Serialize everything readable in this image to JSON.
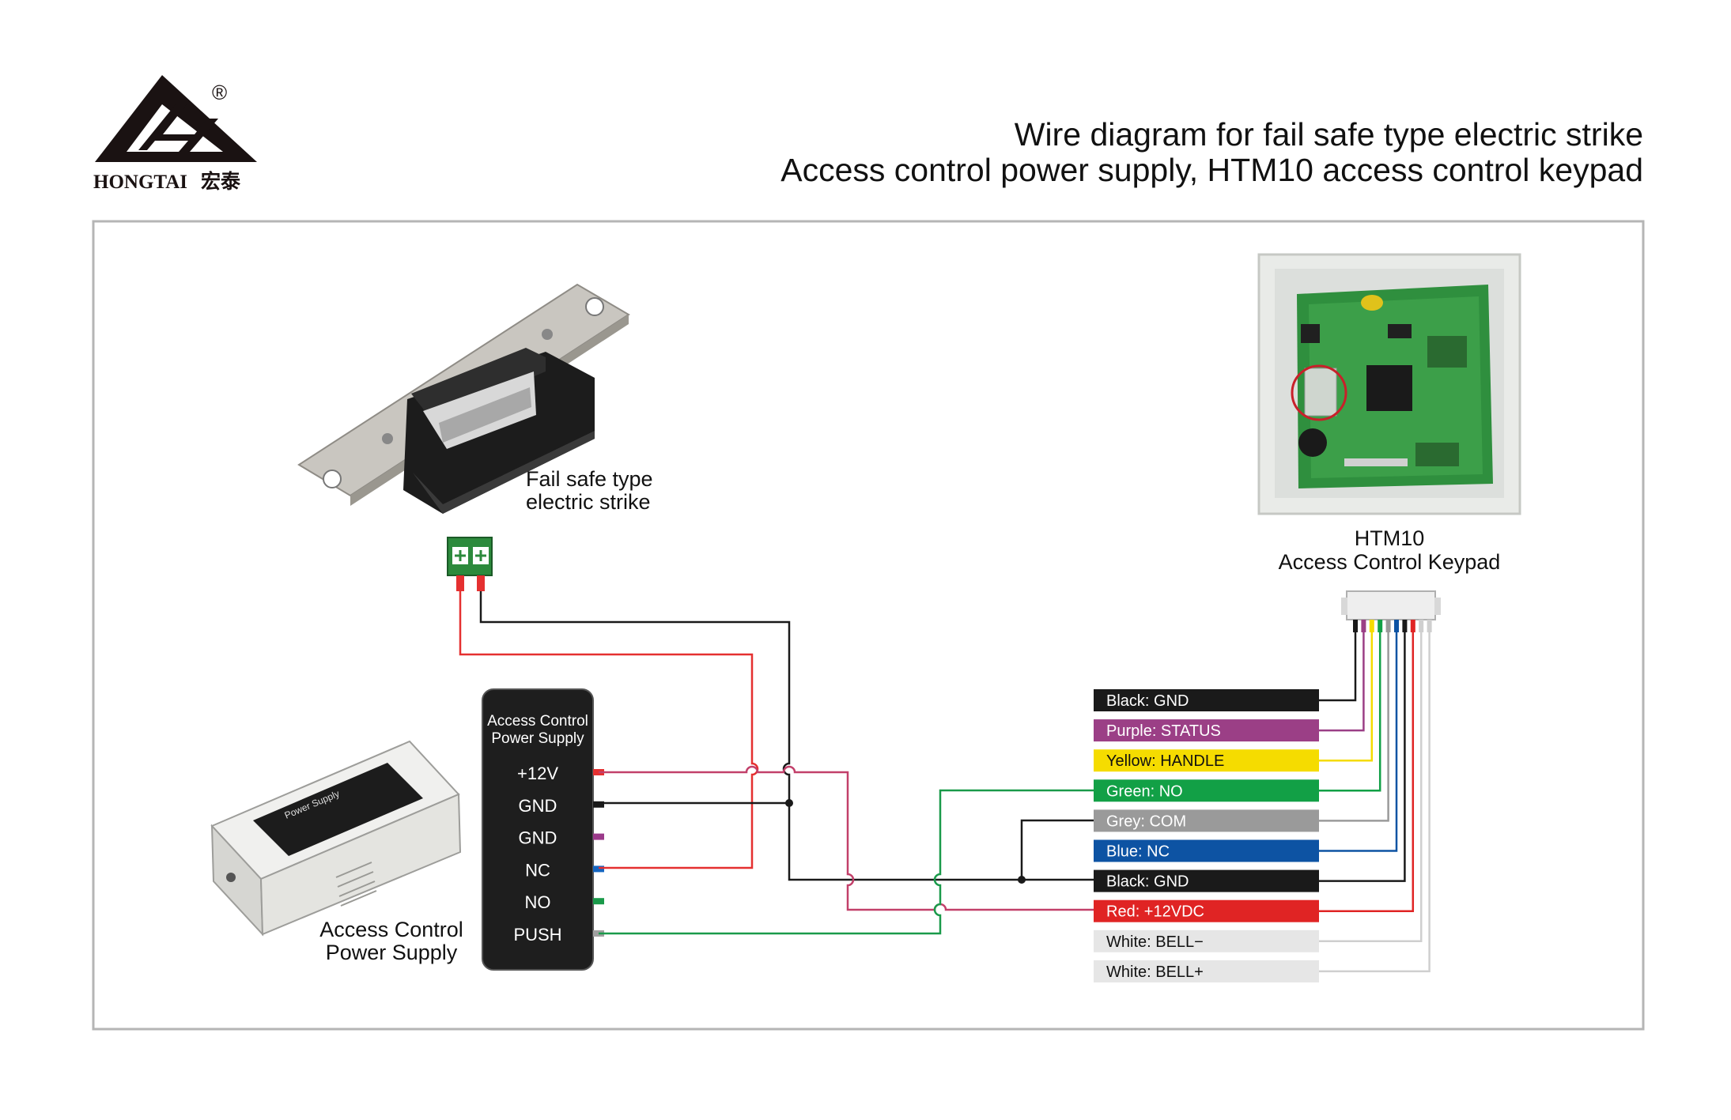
{
  "brand": {
    "name": "HONGTAI",
    "name_cn": "宏泰",
    "registered_mark": "®"
  },
  "title": {
    "line1": "Wire diagram for fail safe type electric strike",
    "line2": "Access control power supply, HTM10 access control keypad"
  },
  "strike": {
    "label_line1": "Fail safe type",
    "label_line2": "electric strike",
    "terminal_icons": [
      "plus-icon",
      "plus-icon"
    ]
  },
  "keypad": {
    "label_line1": "HTM10",
    "label_line2": "Access Control Keypad"
  },
  "power_supply_box": {
    "label_line1": "Access Control",
    "label_line2": "Power Supply",
    "plate_text": "Power Supply"
  },
  "controller": {
    "title_line1": "Access Control",
    "title_line2": "Power Supply",
    "terminals": [
      {
        "label": "+12V",
        "color": "#e53030"
      },
      {
        "label": "GND",
        "color": "#1a1a1a"
      },
      {
        "label": "GND",
        "color": "#9b3a8a"
      },
      {
        "label": "NC",
        "color": "#1565c0"
      },
      {
        "label": "NO",
        "color": "#1a9a4a"
      },
      {
        "label": "PUSH",
        "color": "#a0a0a0"
      }
    ]
  },
  "wire_legend": [
    {
      "label": "Black: GND",
      "bg": "#1a1a1a",
      "fg": "#ffffff",
      "wire": "#1a1a1a"
    },
    {
      "label": "Purple: STATUS",
      "bg": "#9b3f86",
      "fg": "#ffffff",
      "wire": "#9b3f86"
    },
    {
      "label": "Yellow: HANDLE",
      "bg": "#f5dc00",
      "fg": "#111111",
      "wire": "#f5dc00"
    },
    {
      "label": "Green: NO",
      "bg": "#12a046",
      "fg": "#ffffff",
      "wire": "#12a046"
    },
    {
      "label": "Grey: COM",
      "bg": "#9a9a9a",
      "fg": "#ffffff",
      "wire": "#9a9a9a"
    },
    {
      "label": "Blue: NC",
      "bg": "#0d53a3",
      "fg": "#ffffff",
      "wire": "#0d53a3"
    },
    {
      "label": "Black: GND",
      "bg": "#1a1a1a",
      "fg": "#ffffff",
      "wire": "#1a1a1a"
    },
    {
      "label": "Red: +12VDC",
      "bg": "#e02424",
      "fg": "#ffffff",
      "wire": "#e02424"
    },
    {
      "label": "White: BELL−",
      "bg": "#e6e6e6",
      "fg": "#111111",
      "wire": "#cfcfcf"
    },
    {
      "label": "White: BELL+",
      "bg": "#e6e6e6",
      "fg": "#111111",
      "wire": "#cfcfcf"
    }
  ],
  "colors": {
    "red_wire": "#e53030",
    "black_wire": "#1a1a1a",
    "green_wire": "#1a9a4a",
    "pink_wire": "#c2406a",
    "frame": "#b5b5b5"
  }
}
